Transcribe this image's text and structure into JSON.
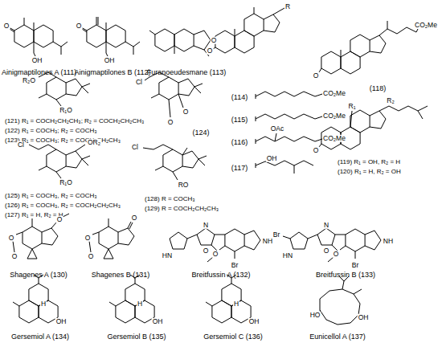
{
  "diagram": {
    "labels": [
      "O",
      "OH",
      "Ainigmaptilones A (111)",
      "O",
      "OH",
      "Ainigmaptilones B (112)",
      "O",
      "Furanoeudesmane (113)",
      "R",
      "O",
      "(114)",
      "CO₂Me",
      "(115)",
      "CO₂Me",
      "(116)",
      "OAc",
      "CO₂Me",
      "(117)",
      "OH",
      "CO₂Me",
      "O",
      "(118)",
      "O",
      "R₁",
      "R₂",
      "(119) R₁ = OH, R₂ = H",
      "(120) R₁ = H, R₂ = OH",
      "R₂O",
      "R₁O",
      "(121) R₁ = COCH₂CH₂CH₃; R₂ = COCH₂CH₂CH₃",
      "(122) R₁ = COCH₃; R₂ = COCH₃",
      "(123) R₁ = COCH₃; R₂ = COCH₂CH₂CH₃",
      "Cl",
      "O",
      "O",
      "(124)",
      "Cl",
      "R₁O",
      "OR₂",
      "(125) R₁ = COCH₃, R₂ = COCH₃",
      "(126) R₁ = COCH₃, R₂ = COCH₂CH₂CH₃",
      "(127) R₁ = H, R₂ = H",
      "Cl",
      "RO",
      "(128) R = COCH₃",
      "(129) R = COCH₂CH₂CH₃",
      "O",
      "O",
      "O",
      "Shagenes A (130)",
      "O",
      "O",
      "O",
      "Shagenes B (131)",
      "HN",
      "N",
      "O",
      "O",
      "NH",
      "Br",
      "Breitfussin A (132)",
      "Br",
      "HN",
      "N",
      "O",
      "O",
      "NH",
      "Br",
      "Breitfussin B (133)",
      "H",
      "OH",
      "Gersemiol A (134)",
      "H",
      "OH",
      "Gersemiol B (135)",
      "H",
      "OH",
      "Gersemiol C (136)",
      "HO",
      "OH",
      "Eunicellol A (137)"
    ]
  }
}
